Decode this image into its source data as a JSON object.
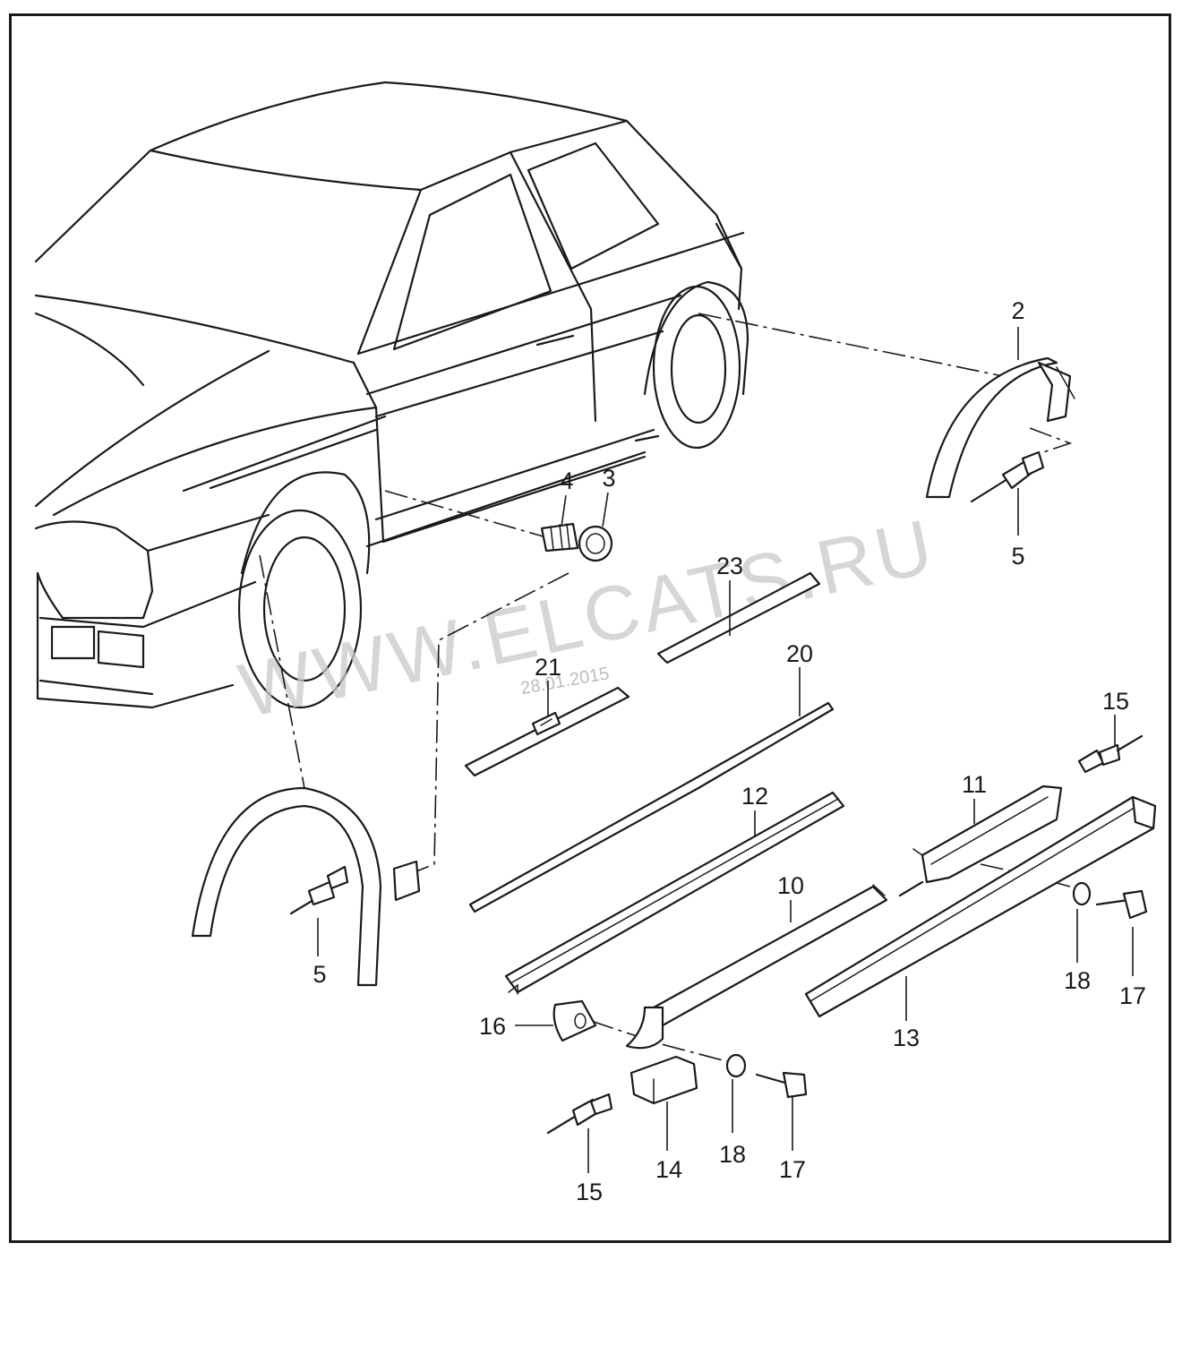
{
  "diagram": {
    "callouts": {
      "c2": "2",
      "c3": "3",
      "c4": "4",
      "c5a": "5",
      "c5b": "5",
      "c10": "10",
      "c11": "11",
      "c12": "12",
      "c13": "13",
      "c14": "14",
      "c15a": "15",
      "c15b": "15",
      "c16": "16",
      "c17a": "17",
      "c17b": "17",
      "c18a": "18",
      "c18b": "18",
      "c20": "20",
      "c21": "21",
      "c23": "23"
    },
    "watermark": "WWW.ELCATS.RU",
    "watermark_date": "28.01.2015"
  }
}
